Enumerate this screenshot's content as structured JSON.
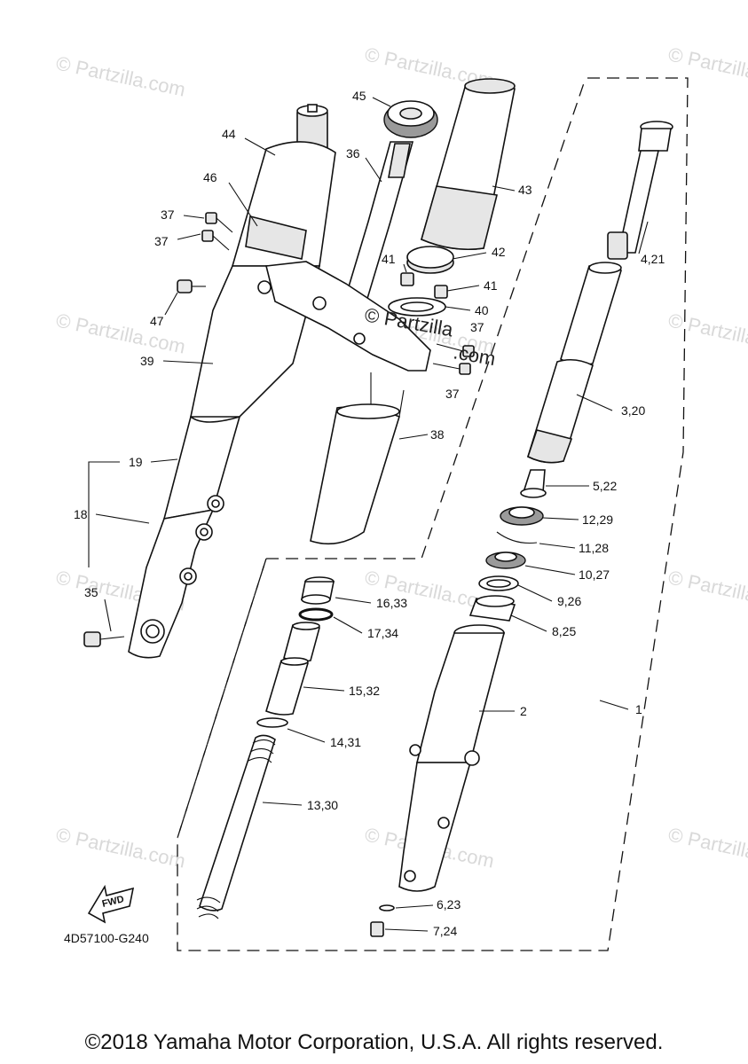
{
  "watermarks": [
    "© Partzilla.com",
    "© Partzilla.com",
    "© Partzilla.com",
    "© Partzilla.com",
    "© Partzilla.com",
    "© Partzilla.com",
    "© Partzilla.com",
    "© Partzilla.com",
    "© Partzilla.com",
    "© Partzilla.com",
    "© Partzilla.com",
    "© Partzilla.com"
  ],
  "center_watermark": [
    "© Partzilla",
    ".com"
  ],
  "callouts": {
    "p44": "44",
    "p45": "45",
    "p36": "36",
    "p43": "43",
    "p46": "46",
    "p37a": "37",
    "p37b": "37",
    "p37c": "37",
    "p37d": "37",
    "p42": "42",
    "p41a": "41",
    "p41b": "41",
    "p40": "40",
    "p47": "47",
    "p39": "39",
    "p38": "38",
    "p19": "19",
    "p18": "18",
    "p35": "35",
    "p4_21": "4,21",
    "p3_20": "3,20",
    "p5_22": "5,22",
    "p12_29": "12,29",
    "p11_28": "11,28",
    "p10_27": "10,27",
    "p9_26": "9,26",
    "p8_25": "8,25",
    "p16_33": "16,33",
    "p17_34": "17,34",
    "p15_32": "15,32",
    "p14_31": "14,31",
    "p13_30": "13,30",
    "p2": "2",
    "p1": "1",
    "p6_23": "6,23",
    "p7_24": "7,24"
  },
  "fwd_label": "FWD",
  "diagram_code": "4D57100-G240",
  "copyright": "©2018 Yamaha Motor Corporation, U.S.A. All rights reserved."
}
